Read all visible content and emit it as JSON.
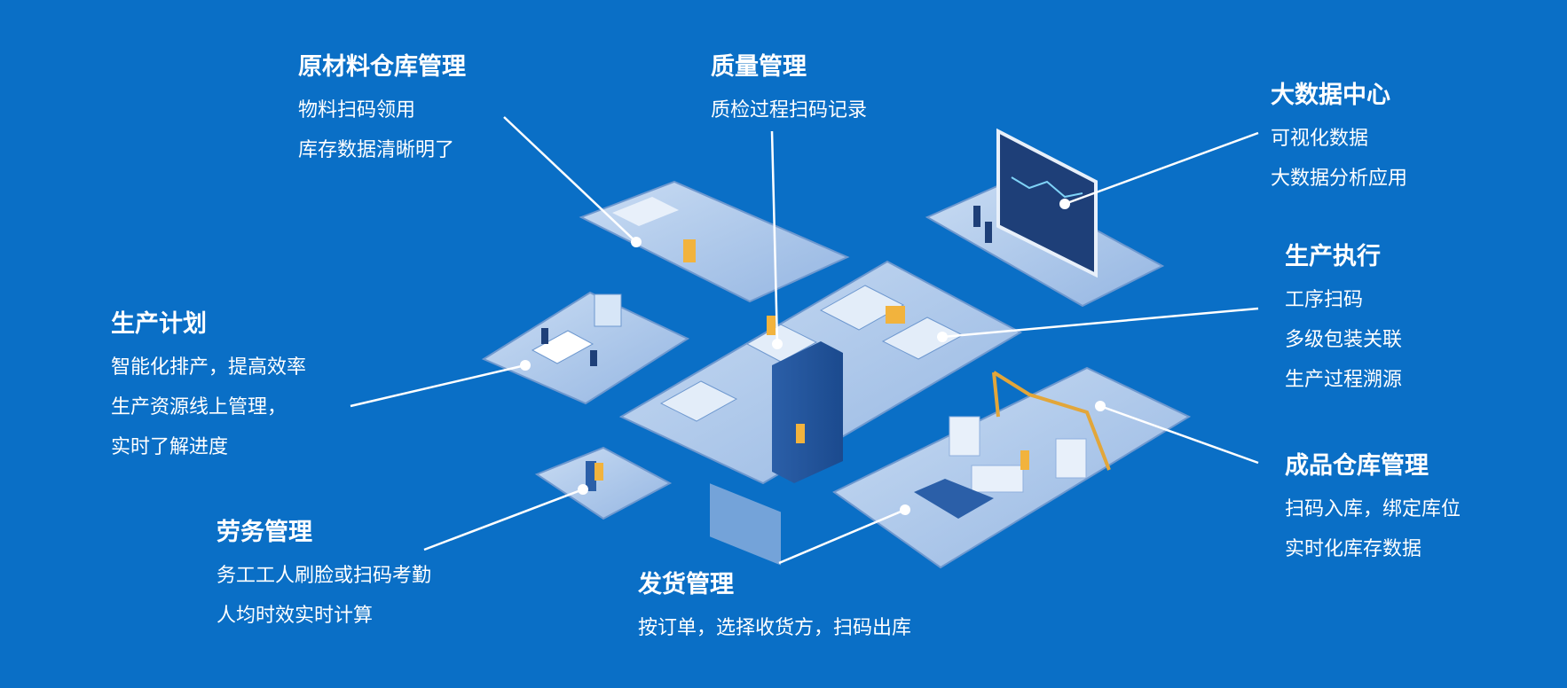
{
  "modules": {
    "raw_material": {
      "title": "原材料仓库管理",
      "lines": [
        "物料扫码领用",
        "库存数据清晰明了"
      ]
    },
    "quality": {
      "title": "质量管理",
      "lines": [
        "质检过程扫码记录"
      ]
    },
    "big_data": {
      "title": "大数据中心",
      "lines": [
        "可视化数据",
        "大数据分析应用"
      ]
    },
    "production_exec": {
      "title": "生产执行",
      "lines": [
        "工序扫码",
        "多级包装关联",
        "生产过程溯源"
      ]
    },
    "production_plan": {
      "title": "生产计划",
      "lines": [
        "智能化排产，提高效率",
        "生产资源线上管理，",
        "实时了解进度"
      ]
    },
    "finished_goods": {
      "title": "成品仓库管理",
      "lines": [
        "扫码入库，绑定库位",
        "实时化库存数据"
      ]
    },
    "labor": {
      "title": "劳务管理",
      "lines": [
        "务工工人刷脸或扫码考勤",
        "人均时效实时计算"
      ]
    },
    "shipping": {
      "title": "发货管理",
      "lines": [
        "按订单，选择收货方，扫码出库"
      ]
    }
  },
  "colors": {
    "background": "#0A6FC6",
    "platform": "#A9C6EA",
    "platform_edge": "#6E98CF",
    "callout_line": "#FFFFFF",
    "worker_accent": "#F2B33D"
  }
}
